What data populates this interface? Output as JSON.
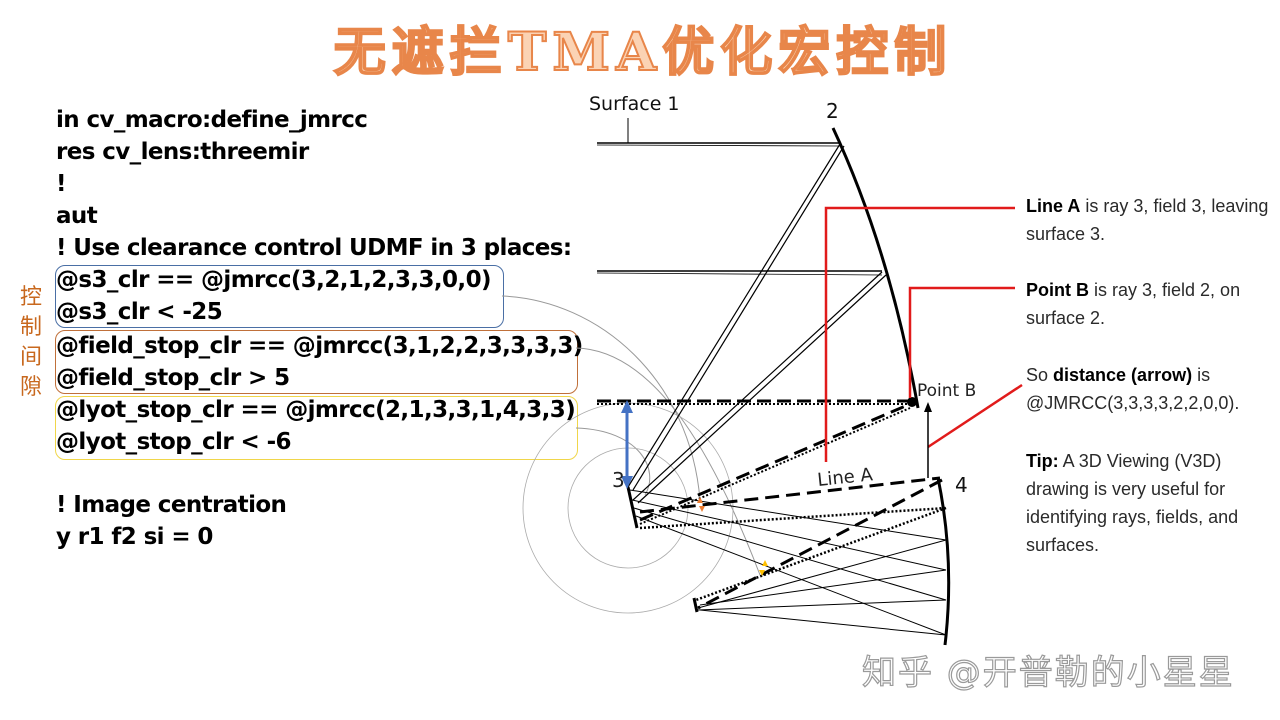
{
  "title": "无遮拦TMA优化宏控制",
  "side_label": "控制间隙",
  "code": {
    "lines": [
      "in cv_macro:define_jmrcc",
      "res cv_lens:threemir",
      "!",
      "aut",
      "! Use clearance control UDMF in 3 places:"
    ],
    "constraint_groups": [
      {
        "name": "s3",
        "border_color": "#4a6fa5",
        "lines": [
          "@s3_clr == @jmrcc(3,2,1,2,3,3,0,0)",
          "@s3_clr < -25"
        ]
      },
      {
        "name": "field-stop",
        "border_color": "#c0703a",
        "lines": [
          "@field_stop_clr == @jmrcc(3,1,2,2,3,3,3,3)",
          "@field_stop_clr > 5"
        ]
      },
      {
        "name": "lyot-stop",
        "border_color": "#f0d64a",
        "lines": [
          "@lyot_stop_clr == @jmrcc(2,1,3,3,1,4,3,3)",
          "@lyot_stop_clr < -6"
        ]
      }
    ],
    "tail_lines": [
      "! Image centration",
      "y r1 f2 si = 0"
    ]
  },
  "diagram": {
    "labels": {
      "surface1": "Surface 1",
      "surface2": "2",
      "surface3": "3",
      "surface4": "4",
      "line_a": "Line A",
      "point_b": "Point B"
    },
    "colors": {
      "callout": "#e11b1b",
      "arrow_blue": "#4472c4",
      "marker_orange": "#ed7d31",
      "marker_yellow": "#ffc000"
    }
  },
  "notes": [
    {
      "bold": "Line A",
      "text": " is ray 3, field 3, leaving surface 3."
    },
    {
      "bold": "Point B",
      "text": " is ray 3, field 2, on surface 2."
    },
    {
      "prefix": "So ",
      "bold": "distance (arrow)",
      "text": " is @JMRCC(3,3,3,3,2,2,0,0)."
    },
    {
      "bold": "Tip:",
      "text": " A 3D Viewing (V3D) drawing is very useful for identifying rays, fields, and surfaces."
    }
  ],
  "watermark": "知乎 @开普勒的小星星"
}
